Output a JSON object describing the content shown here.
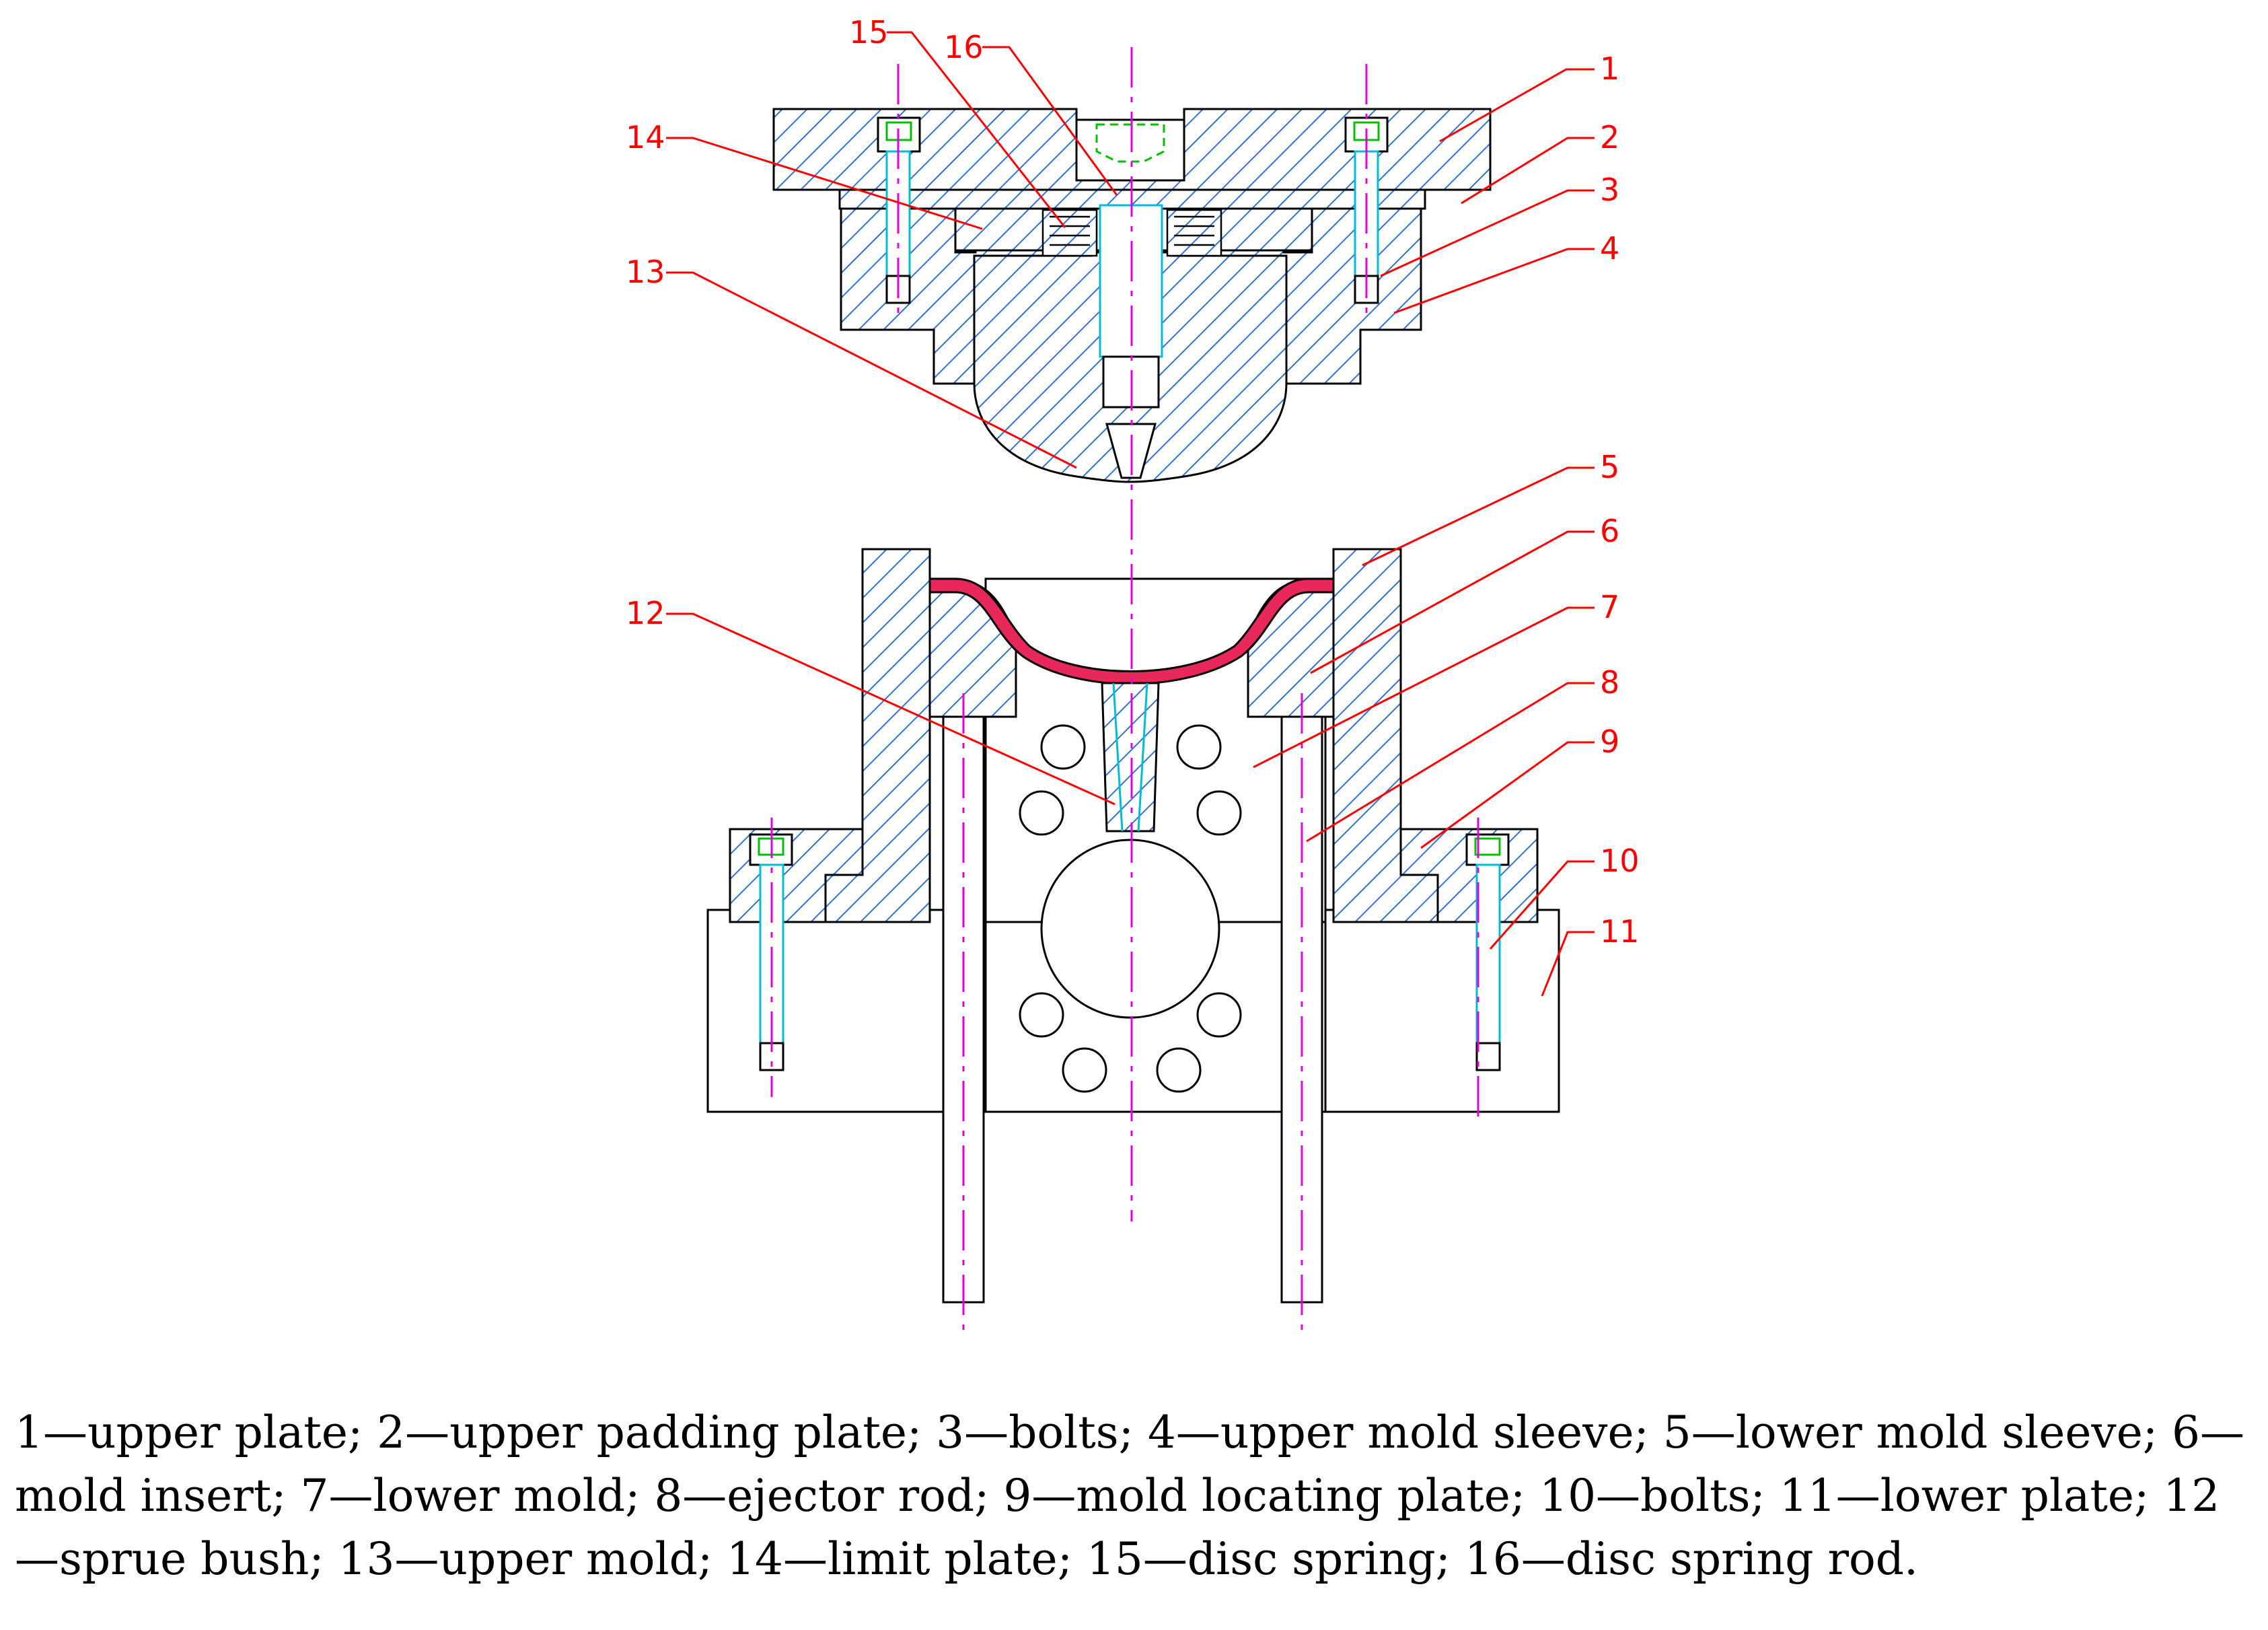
{
  "diagram": {
    "colors": {
      "hatch": "#2f72d8",
      "outline": "#000000",
      "callout": "#ff0000",
      "centerline": "#e000e0",
      "bolt": "#00bcd4",
      "bolt_head": "#00c000",
      "part": "#e8285a"
    },
    "callouts": [
      "1",
      "2",
      "3",
      "4",
      "5",
      "6",
      "7",
      "8",
      "9",
      "10",
      "11",
      "12",
      "13",
      "14",
      "15",
      "16"
    ]
  },
  "caption": {
    "items": [
      "1—upper plate; ",
      "2—upper padding plate; ",
      "3—bolts; ",
      "4—upper mold sleeve; ",
      "5—lower mold sleeve; ",
      "6—mold insert; ",
      "7—lower mold; ",
      "8—ejector rod; ",
      "9—mold locating plate; ",
      "10—bolts; ",
      "11—lower plate; ",
      "12—sprue bush; ",
      "13—upper mold; ",
      "14—limit plate; ",
      "15—disc spring; ",
      "16—disc spring rod."
    ]
  }
}
